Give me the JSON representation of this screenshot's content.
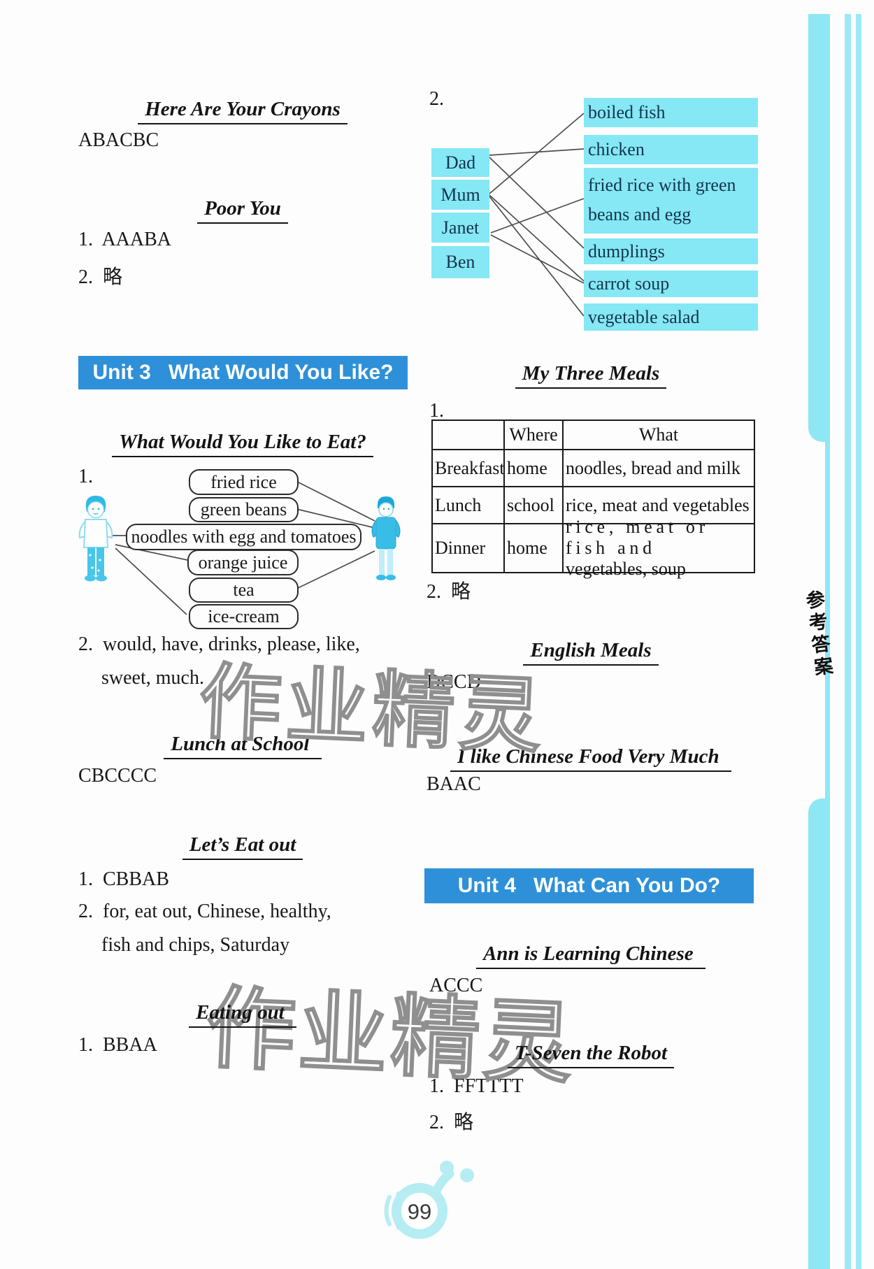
{
  "page_number": "99",
  "sidebar_tab": "参考答案",
  "watermark_text": "作业精灵",
  "colors": {
    "banner_blue": "#2e90d8",
    "highlight_cyan": "#85e8f4",
    "sidebar_cyan": "#8fe7f4",
    "logo_cyan": "#b5edf3",
    "box_text_navy": "#14344f"
  },
  "left": {
    "crayons_title": "Here Are Your Crayons",
    "crayons_answer": "ABACBC",
    "poor_title": "Poor You",
    "poor_a1": "1.  AAABA",
    "poor_a2": "2.  略",
    "unit3_banner": "Unit 3   What Would You Like?",
    "eat_title": "What Would You Like to Eat?",
    "eat_q1_label": "1.",
    "eat_foods": [
      "fried rice",
      "green beans",
      "noodles with egg and tomatoes",
      "orange juice",
      "tea",
      "ice-cream"
    ],
    "eat_match": {
      "left_kid": [
        "noodles with egg and tomatoes",
        "orange juice",
        "ice-cream"
      ],
      "right_kid": [
        "fried rice",
        "green beans",
        "tea"
      ]
    },
    "eat_a2_line1": "2.  would, have, drinks, please, like,",
    "eat_a2_line2": "sweet, much.",
    "lunch_title": "Lunch at School ",
    "lunch_answer": "CBCCCC",
    "letseat_title": "Let’s Eat out",
    "letseat_a1": "1.  CBBAB",
    "letseat_a2_line1": "2.  for, eat out, Chinese, healthy,",
    "letseat_a2_line2": "fish and chips, Saturday",
    "eatingout_title": "Eating out ",
    "eatingout_a1": "1.  BBAA"
  },
  "right": {
    "match_label": "2.",
    "people": [
      "Dad",
      "Mum",
      "Janet",
      "Ben"
    ],
    "foods": [
      "boiled fish",
      "chicken",
      "fried rice with green beans and egg",
      "dumplings",
      "carrot soup",
      "vegetable salad"
    ],
    "food_line1": "fried rice with green",
    "food_line2": "beans and egg",
    "connections": [
      [
        "Dad",
        "chicken"
      ],
      [
        "Dad",
        "dumplings"
      ],
      [
        "Mum",
        "boiled fish"
      ],
      [
        "Mum",
        "carrot soup"
      ],
      [
        "Mum",
        "vegetable salad"
      ],
      [
        "Janet",
        "fried rice with green beans and egg"
      ],
      [
        "Janet",
        "carrot soup"
      ]
    ],
    "meals_title": "My Three Meals",
    "meals_q1_label": "1.",
    "meals_table": {
      "headers": [
        "",
        "Where",
        "What"
      ],
      "rows": [
        [
          "Breakfast",
          "home",
          "noodles, bread and milk"
        ],
        [
          "Lunch",
          "school",
          "rice, meat and vegetables"
        ],
        [
          "Dinner",
          "home",
          "rice, meat or fish and vegetables, soup"
        ]
      ],
      "dinner_line1": "rice, meat or fish and",
      "dinner_line2": "vegetables, soup"
    },
    "meals_a2": "2.  略",
    "english_title": "English Meals",
    "english_answer": "DCCD",
    "chinese_title": "I like Chinese Food Very Much ",
    "chinese_answer": "BAAC",
    "unit4_banner": "Unit 4   What Can You Do?",
    "ann_title": "Ann is Learning Chinese ",
    "ann_answer": "ACCC",
    "tseven_title": "T-Seven the Robot",
    "tseven_a1": "1.  FFTTTT",
    "tseven_a2": "2.  略"
  }
}
